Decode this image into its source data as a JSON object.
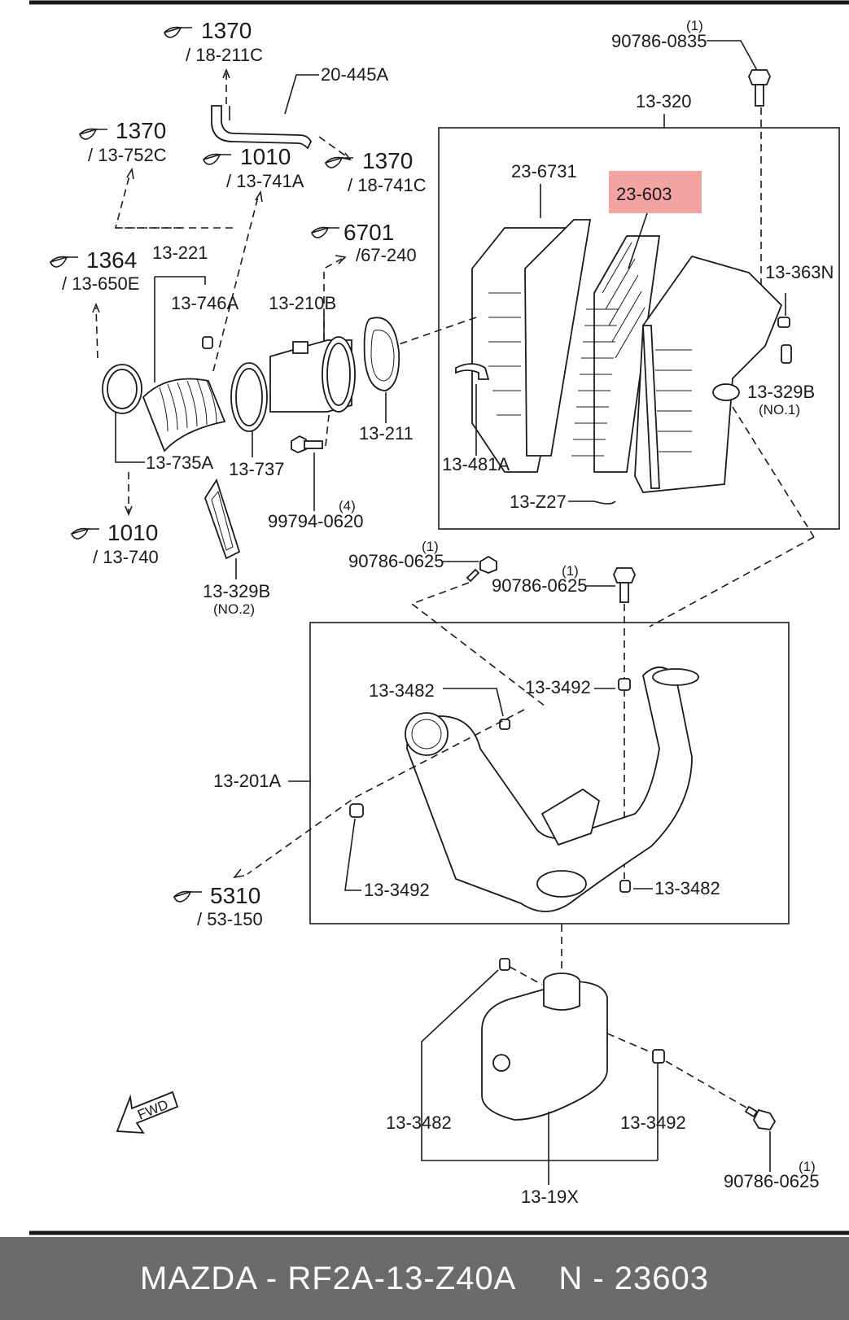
{
  "refs": [
    {
      "num": "1370",
      "sub": "/ 18-211C"
    },
    {
      "num": "1370",
      "sub": "/ 13-752C"
    },
    {
      "num": "1010",
      "sub": "/ 13-741A"
    },
    {
      "num": "1370",
      "sub": "/ 18-741C"
    },
    {
      "num": "6701",
      "sub": "/67-240"
    },
    {
      "num": "1364",
      "sub": "/ 13-650E"
    },
    {
      "num": "1010",
      "sub": "/ 13-740"
    },
    {
      "num": "5310",
      "sub": "/ 53-150"
    }
  ],
  "labels": {
    "hose": "20-445A",
    "bolt_top": "90786-0835",
    "bolt_top_qty": "(1)",
    "box": "13-320",
    "cover": "23-6731",
    "filter": "23-603",
    "clip_363": "13-363N",
    "grommet_329b1": "13-329B",
    "grommet_329b1_note": "(NO.1)",
    "part_481": "13-481A",
    "part_z27": "13-Z27",
    "part_221": "13-221",
    "part_746": "13-746A",
    "part_210": "13-210B",
    "part_211": "13-211",
    "part_735": "13-735A",
    "part_737": "13-737",
    "bolt_4": "99794-0620",
    "bolt_4_qty": "(4)",
    "part_329b2": "13-329B",
    "part_329b2_note": "(NO.2)",
    "bolt_a": "90786-0625",
    "bolt_a_qty": "(1)",
    "bolt_b": "90786-0625",
    "bolt_b_qty": "(1)",
    "duct_3482_a": "13-3482",
    "duct_3492_a": "13-3492",
    "duct": "13-201A",
    "duct_3492_b": "13-3492",
    "duct_3482_b": "13-3482",
    "res_3482": "13-3482",
    "res_3492": "13-3492",
    "resonator": "13-19X",
    "bolt_c": "90786-0625",
    "bolt_c_qty": "(1)",
    "fwd": "FWD"
  },
  "highlight_color": "#f4a3a3",
  "footer": {
    "part_number": "MAZDA - RF2A-13-Z40A",
    "ref_number": "N - 23603"
  }
}
